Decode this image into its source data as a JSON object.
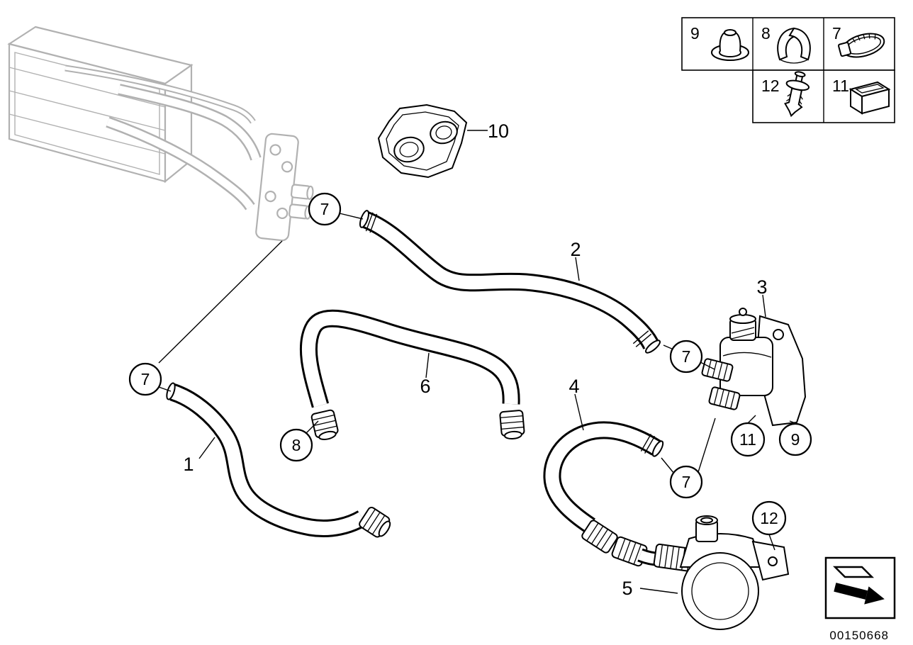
{
  "colors": {
    "line": "#000000",
    "gray_part": "#b1b1b1",
    "background": "#ffffff"
  },
  "part_number": "00150668",
  "legend": {
    "cells": [
      {
        "num": "9",
        "icon": "grommet-icon"
      },
      {
        "num": "8",
        "icon": "spring-band-clamp-icon"
      },
      {
        "num": "7",
        "icon": "hose-clamp-icon"
      },
      {
        "num": "12",
        "icon": "expanding-rivet-icon"
      },
      {
        "num": "11",
        "icon": "bracket-holder-icon"
      }
    ]
  },
  "callouts": {
    "c7a": "7",
    "c7b": "7",
    "c7c": "7",
    "c7d": "7",
    "c8": "8",
    "c9": "9",
    "c11": "11",
    "c12": "12"
  },
  "labels": {
    "hose1": "1",
    "hose2": "2",
    "valve3": "3",
    "hose4": "4",
    "pump5": "5",
    "hose6": "6",
    "holder10": "10"
  }
}
